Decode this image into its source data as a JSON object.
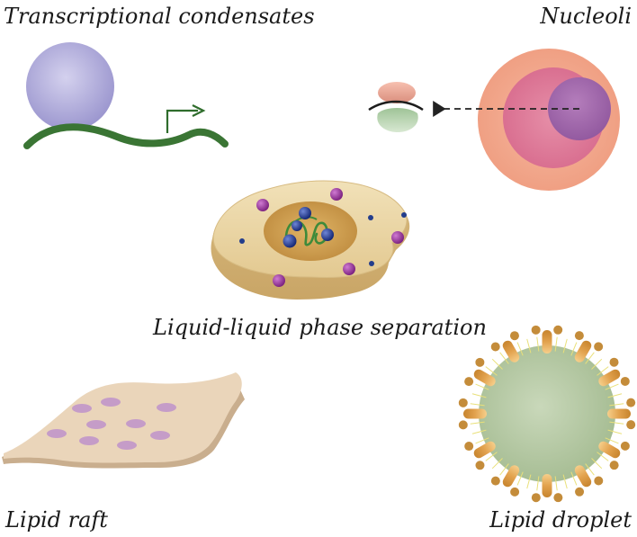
{
  "labels": {
    "transcriptional_condensates": "Transcriptional condensates",
    "nucleoli": "Nucleoli",
    "llps": "Liquid-liquid phase separation",
    "lipid_raft": "Lipid raft",
    "lipid_droplet": "Lipid droplet"
  },
  "colors": {
    "condensate": "#b8b4de",
    "dna": "#3e7a3a",
    "nucleolus_outer": "#f3a98f",
    "nucleolus_mid": "#e07e9b",
    "nucleolus_inner": "#a26bab",
    "cell": "#e8d4a4",
    "nucleus": "#c99a4a",
    "granule_purple": "#9a3a9e",
    "granule_blue": "#243a8e",
    "raft": "#e9d2b6",
    "raft_spot": "#c49ac5",
    "droplet": "#b7c9a6",
    "protein": "#d9a048"
  }
}
